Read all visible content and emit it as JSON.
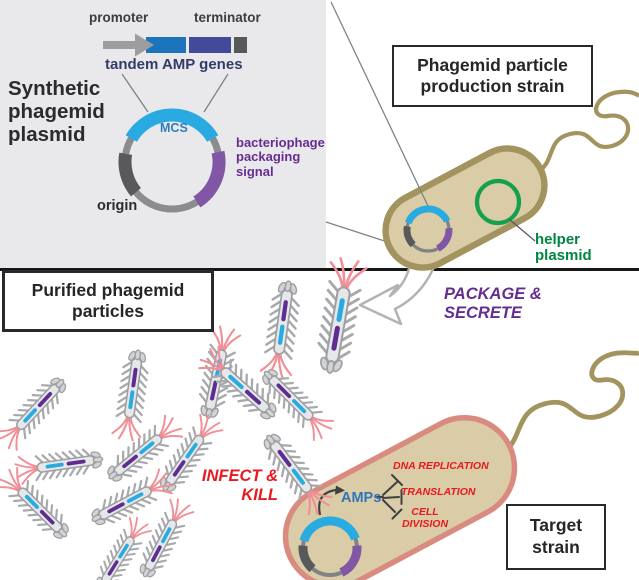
{
  "synthetic_panel": {
    "title": "Synthetic\nphagemid\nplasmid",
    "cassette": {
      "promoter_label": "promoter",
      "terminator_label": "terminator",
      "genes_label": "tandem AMP genes"
    },
    "plasmid": {
      "mcs_label": "MCS",
      "origin_label": "origin",
      "packaging_label": "bacteriophage\npackaging\nsignal"
    }
  },
  "production_section": {
    "box_label": "Phagemid particle\nproduction strain",
    "helper_label": "helper\nplasmid"
  },
  "bottom_section": {
    "purified_box_label": "Purified\nphagemid particles",
    "package_label": "PACKAGE &\nSECRETE",
    "infect_label": "INFECT &\nKILL",
    "target_box_label": "Target\nstrain",
    "amps_label": "AMPs",
    "targets": [
      "DNA REPLICATION",
      "TRANSLATION",
      "CELL\nDIVISION"
    ]
  },
  "icons": {
    "plasmid_ring": "gray circle with cyan MCS arc, purple packaging arc, dark origin arc",
    "helper_plasmid_icon": "green circle",
    "bacterium_icon": "tan capsule with flagellum",
    "phage_particle_icon": "gray filamentous phage with pink tail fibers",
    "package_arrow_icon": "hollow curved gray arrow",
    "inhibition_icon": "T-bar lines"
  },
  "colors": {
    "panel_gray": "#e9e9ec",
    "gene_blue": "#1c75bc",
    "gene_indigo": "#414b9a",
    "terminator_gray": "#58595b",
    "mcs_cyan": "#29abe2",
    "packaging_purple": "#8156a5",
    "purple_text": "#662d91",
    "navy_text": "#323c68",
    "green": "#14a04c",
    "green_text": "#008542",
    "red_text": "#e8191f",
    "amps_blue": "#2e75b5",
    "bacterium_tan": "#d9cca7",
    "bacterium_border": "#a3945f",
    "target_border_salmon": "#d98b80",
    "phage_fiber_pink": "#f28e96"
  }
}
